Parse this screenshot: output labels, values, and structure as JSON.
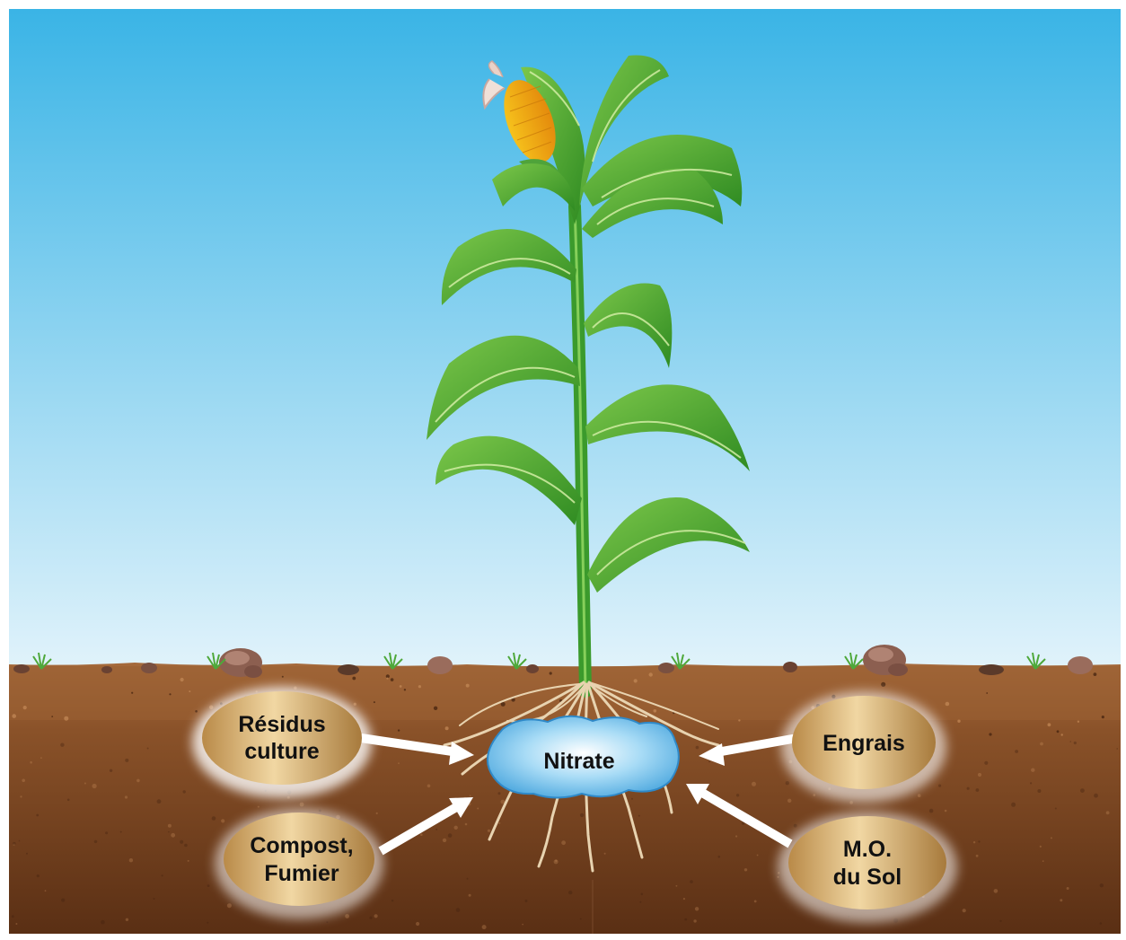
{
  "diagram": {
    "center": {
      "label": "Nitrate"
    },
    "sources": [
      {
        "id": "residus",
        "lines": [
          "Résidus",
          "culture"
        ]
      },
      {
        "id": "engrais",
        "lines": [
          "Engrais"
        ]
      },
      {
        "id": "compost",
        "lines": [
          "Compost,",
          "Fumier"
        ]
      },
      {
        "id": "mo-sol",
        "lines": [
          "M.O.",
          "du Sol"
        ]
      }
    ]
  },
  "colors": {
    "sky_top": "#3ab4e6",
    "sky_bottom": "#e2f3fb",
    "soil_top": "#a56a3c",
    "soil_bottom": "#5a2f14",
    "leaf": "#3f9c2a",
    "leaf_light": "#7cc74a",
    "nitrate": "#7cc6f0",
    "oval_gold": "#d2a766",
    "arrow": "#ffffff"
  }
}
